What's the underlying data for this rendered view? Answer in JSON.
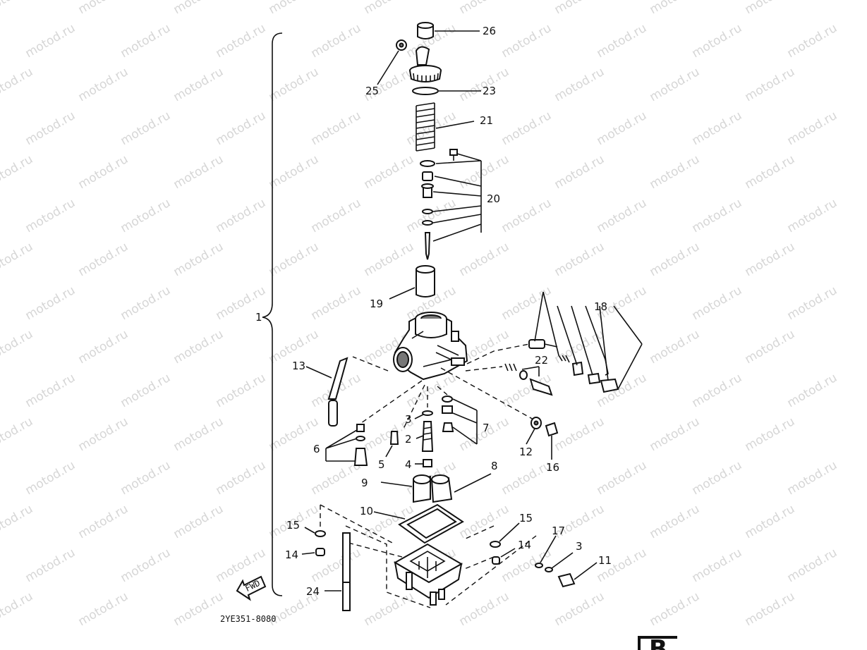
{
  "watermark": "motod.ru",
  "diagram_code": "2YE351-8080",
  "fwd_label": "FWD",
  "corner_mark": "B",
  "assembly_label": "1",
  "parts": [
    {
      "num": "26",
      "label": "26"
    },
    {
      "num": "25",
      "label": "25"
    },
    {
      "num": "23",
      "label": "23"
    },
    {
      "num": "21",
      "label": "21"
    },
    {
      "num": "20",
      "label": "20"
    },
    {
      "num": "19",
      "label": "19"
    },
    {
      "num": "18",
      "label": "18"
    },
    {
      "num": "22",
      "label": "22"
    },
    {
      "num": "13",
      "label": "13"
    },
    {
      "num": "3",
      "label": "3"
    },
    {
      "num": "7",
      "label": "7"
    },
    {
      "num": "2",
      "label": "2"
    },
    {
      "num": "6",
      "label": "6"
    },
    {
      "num": "5",
      "label": "5"
    },
    {
      "num": "4",
      "label": "4"
    },
    {
      "num": "12",
      "label": "12"
    },
    {
      "num": "16",
      "label": "16"
    },
    {
      "num": "8",
      "label": "8"
    },
    {
      "num": "9",
      "label": "9"
    },
    {
      "num": "10",
      "label": "10"
    },
    {
      "num": "15",
      "label": "15"
    },
    {
      "num": "14",
      "label": "14"
    },
    {
      "num": "15",
      "label": "15"
    },
    {
      "num": "14",
      "label": "14"
    },
    {
      "num": "17",
      "label": "17"
    },
    {
      "num": "3",
      "label": "3"
    },
    {
      "num": "11",
      "label": "11"
    },
    {
      "num": "24",
      "label": "24"
    }
  ]
}
